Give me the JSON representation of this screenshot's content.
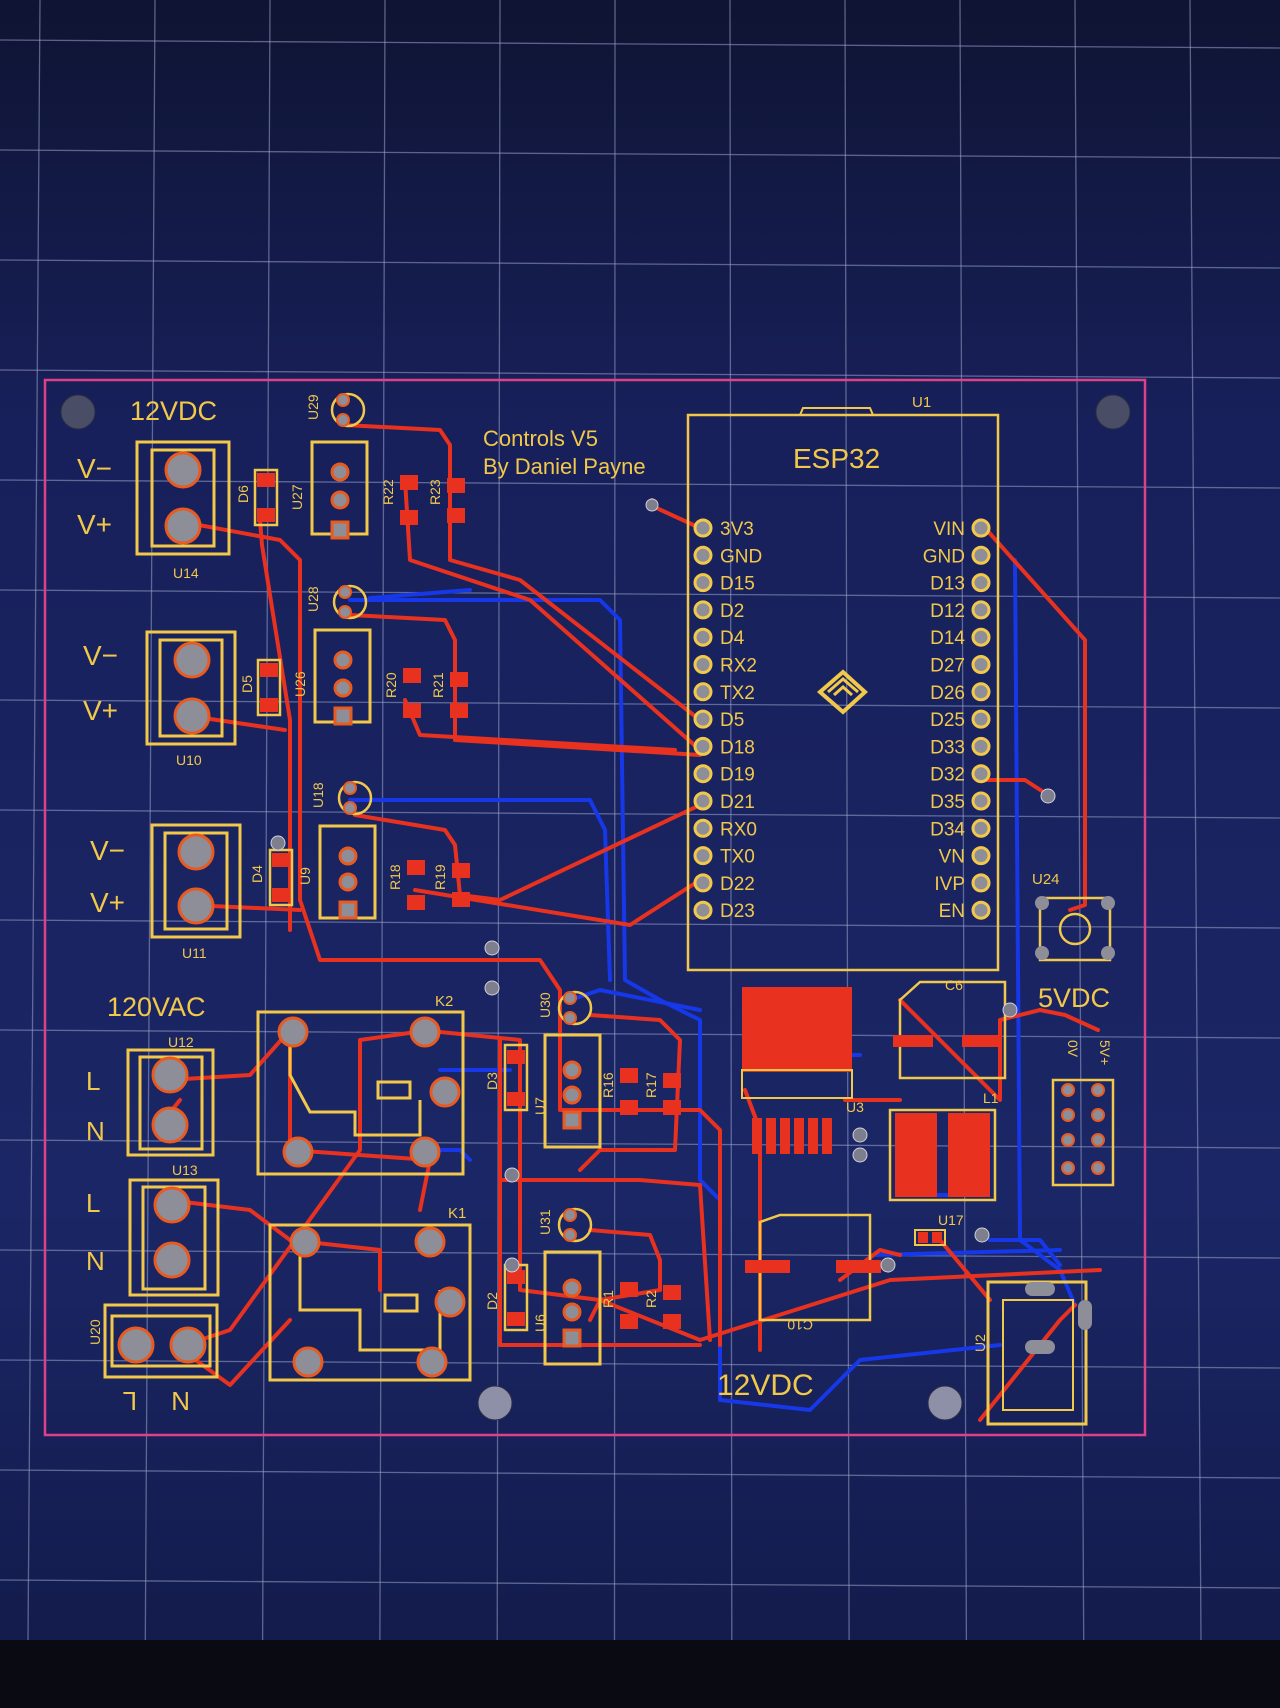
{
  "title_lines": [
    "Controls V5",
    "By Daniel Payne"
  ],
  "mcu": {
    "ref": "U1",
    "name": "ESP32"
  },
  "left_pins": [
    "3V3",
    "GND",
    "D15",
    "D2",
    "D4",
    "RX2",
    "TX2",
    "D5",
    "D18",
    "D19",
    "D21",
    "RX0",
    "TX0",
    "D22",
    "D23"
  ],
  "right_pins": [
    "VIN",
    "GND",
    "D13",
    "D12",
    "D14",
    "D27",
    "D26",
    "D25",
    "D33",
    "D32",
    "D35",
    "D34",
    "VN",
    "IVP",
    "EN"
  ],
  "power_labels": {
    "top": "12VDC",
    "ac": "120VAC",
    "usb": "5VDC",
    "bottom": "12VDC"
  },
  "terminal_labels": {
    "vminus": "V−",
    "vplus": "V+",
    "line": "L",
    "neutral": "N"
  },
  "supply_pins": {
    "zero": "0V",
    "five": "5V+"
  },
  "refs": {
    "u14": "U14",
    "u10": "U10",
    "u11": "U11",
    "u12": "U12",
    "u13": "U13",
    "u20": "U20",
    "u27": "U27",
    "u26": "U26",
    "u9": "U9",
    "u29": "U29",
    "u28": "U28",
    "u18": "U18",
    "d6": "D6",
    "d5": "D5",
    "d4": "D4",
    "d3": "D3",
    "d2": "D2",
    "r22": "R22",
    "r23": "R23",
    "r20": "R20",
    "r21": "R21",
    "r18": "R18",
    "r19": "R19",
    "r16": "R16",
    "r17": "R17",
    "r1": "R1",
    "r2": "R2",
    "u30": "U30",
    "u31": "U31",
    "u7": "U7",
    "u6": "U6",
    "k1": "K1",
    "k2": "K2",
    "u3": "U3",
    "c6": "C6",
    "c10": "C10",
    "l1": "L1",
    "u17": "U17",
    "u24": "U24",
    "u2": "U2"
  },
  "colors": {
    "silk": "#f2c84a",
    "copper_top": "#e8321f",
    "copper_bottom": "#1638e8",
    "outline": "#e0408a",
    "grid": "#9aa3c8",
    "pad": "#a8a8b4"
  }
}
